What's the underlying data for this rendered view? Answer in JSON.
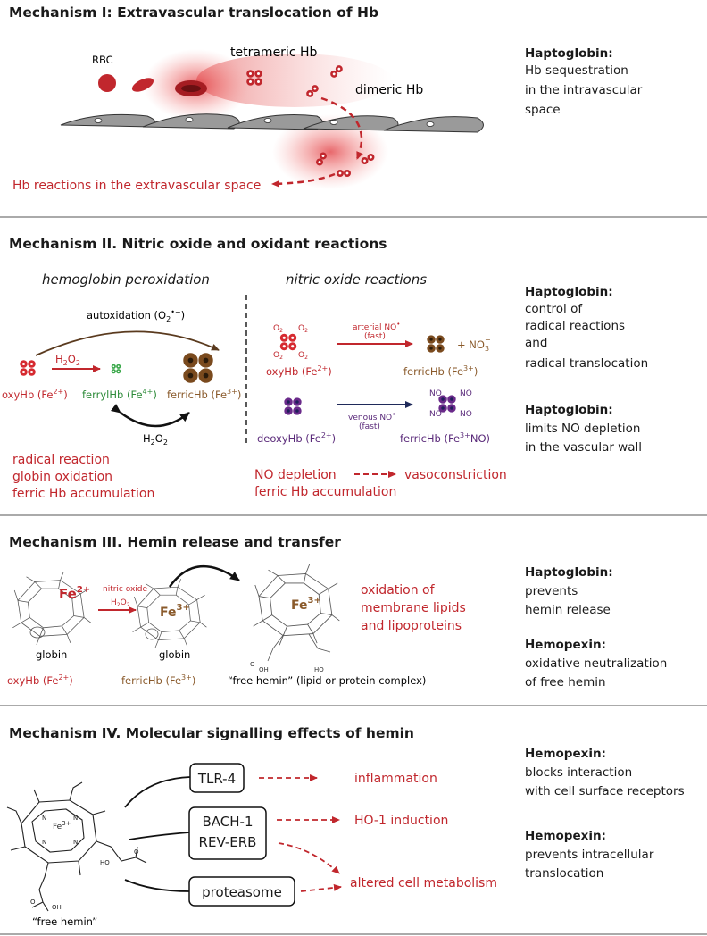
{
  "sections": [
    {
      "title": "Mechanism I:  Extravascular translocation of Hb",
      "labels": {
        "rbc": "RBC",
        "tetrameric": "tetrameric Hb",
        "dimeric": "dimeric Hb",
        "extravascular": "Hb reactions in the  extravascular space"
      },
      "side": [
        {
          "heading": "Haptoglobin:",
          "lines": [
            "Hb sequestration",
            "in the intravascular",
            "space"
          ]
        }
      ]
    },
    {
      "title": "Mechanism II.  Nitric oxide and oxidant reactions",
      "left": {
        "subtitle": "hemoglobin peroxidation",
        "autox": "autoxidation (O",
        "autox_sub": "2",
        "autox_sup": "•−",
        "autox_end": ")",
        "h2o2_a": "H",
        "h2o2_b": "2",
        "h2o2_c": "O",
        "h2o2_d": "2",
        "oxy": "oxyHb (Fe",
        "oxy_sup": "2+",
        "close": ")",
        "ferryl": "ferrylHb (Fe",
        "ferryl_sup": "4+",
        "ferric": "ferricHb (Fe",
        "ferric_sup": "3+",
        "notes": [
          "radical reaction",
          "globin oxidation",
          "ferric Hb accumulation"
        ]
      },
      "right": {
        "subtitle": "nitric oxide reactions",
        "o2": "O",
        "o2_sub": "2",
        "arterial": "arterial NO",
        "fast": "(fast)",
        "no3": "+ NO",
        "no3_sub": "3",
        "no3_sup": "−",
        "oxy": "oxyHb (Fe",
        "oxy_sup": "2+",
        "close": ")",
        "ferric": "ferricHb (Fe",
        "ferric_sup": "3+",
        "venous": "venous NO",
        "deoxy": "deoxyHb (Fe",
        "deoxy_sup": "2+",
        "ferricno": "ferricHb (Fe",
        "ferricno_sup": "3+",
        "ferricno_end": "NO)",
        "no": "NO",
        "notes": [
          "NO depletion",
          "ferric Hb accumulation"
        ],
        "vaso": "vasoconstriction"
      },
      "side": [
        {
          "heading": "Haptoglobin:",
          "lines": [
            "control of",
            "radical reactions",
            "and",
            "radical translocation"
          ]
        },
        {
          "heading": "Haptoglobin:",
          "lines": [
            "limits NO depletion",
            "in the vascular wall"
          ]
        }
      ]
    },
    {
      "title": "Mechanism III.  Hemin release and transfer",
      "fe2": "Fe",
      "fe2_sup": "2+",
      "fe3": "Fe",
      "fe3_sup": "3+",
      "reagents": [
        "nitric oxide",
        "H"
      ],
      "reag_sub": "2",
      "reag_o": "O",
      "globin": "globin",
      "oxy": "oxyHb (Fe",
      "oxy_sup": "2+",
      "close": ")",
      "ferric": "ferricHb (Fe",
      "ferric_sup": "3+",
      "free": "“free hemin” (lipid or protein complex)",
      "cooh": "OH",
      "ho": "HO",
      "o": "O",
      "outcome": [
        "oxidation of",
        "membrane lipids",
        "and lipoproteins"
      ],
      "side": [
        {
          "heading": "Haptoglobin:",
          "lines": [
            "prevents",
            "hemin release"
          ]
        },
        {
          "heading": "Hemopexin:",
          "lines": [
            "oxidative neutralization",
            "of free hemin"
          ]
        }
      ]
    },
    {
      "title": "Mechanism IV.  Molecular signalling effects of hemin",
      "boxes": [
        "TLR-4",
        "BACH-1",
        "REV-ERB",
        "proteasome"
      ],
      "effects": [
        "inflammation",
        "HO-1 induction",
        "altered cell metabolism"
      ],
      "free": "“free hemin”",
      "fe": "Fe",
      "fe_sup": "3+",
      "n": "N",
      "oh": "OH",
      "ho": "HO",
      "o": "O",
      "side": [
        {
          "heading": "Hemopexin:",
          "lines": [
            "blocks interaction",
            "with cell surface receptors"
          ]
        },
        {
          "heading": "Hemopexin:",
          "lines": [
            "prevents intracellular",
            "translocation"
          ]
        }
      ]
    }
  ],
  "colors": {
    "red": "#c1272d",
    "brown": "#6b4423",
    "navy": "#1f2a5a",
    "purple": "#5a2a7a",
    "green": "#2e8b3a",
    "cell": "#8a8a8a"
  }
}
